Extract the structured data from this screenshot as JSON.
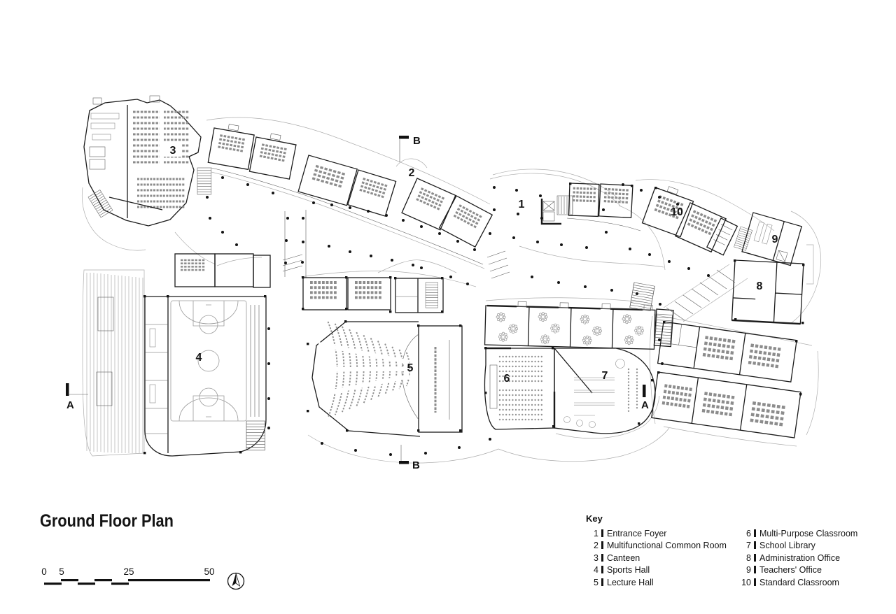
{
  "title": "Ground Floor Plan",
  "key": {
    "heading": "Key",
    "entries": [
      {
        "num": "1",
        "label": "Entrance Foyer"
      },
      {
        "num": "2",
        "label": "Multifunctional Common Room"
      },
      {
        "num": "3",
        "label": "Canteen"
      },
      {
        "num": "4",
        "label": "Sports Hall"
      },
      {
        "num": "5",
        "label": "Lecture Hall"
      },
      {
        "num": "6",
        "label": "Multi-Purpose Classroom"
      },
      {
        "num": "7",
        "label": "School Library"
      },
      {
        "num": "8",
        "label": "Administration Office"
      },
      {
        "num": "9",
        "label": "Teachers' Office"
      },
      {
        "num": "10",
        "label": "Standard Classroom"
      }
    ]
  },
  "scale_bar": {
    "labels": [
      "0",
      "5",
      "25",
      "50"
    ]
  },
  "section_markers": {
    "a": "A",
    "b": "B"
  },
  "colors": {
    "ink": "#141414",
    "line_gray": "#9c9c9c",
    "background": "#ffffff"
  }
}
